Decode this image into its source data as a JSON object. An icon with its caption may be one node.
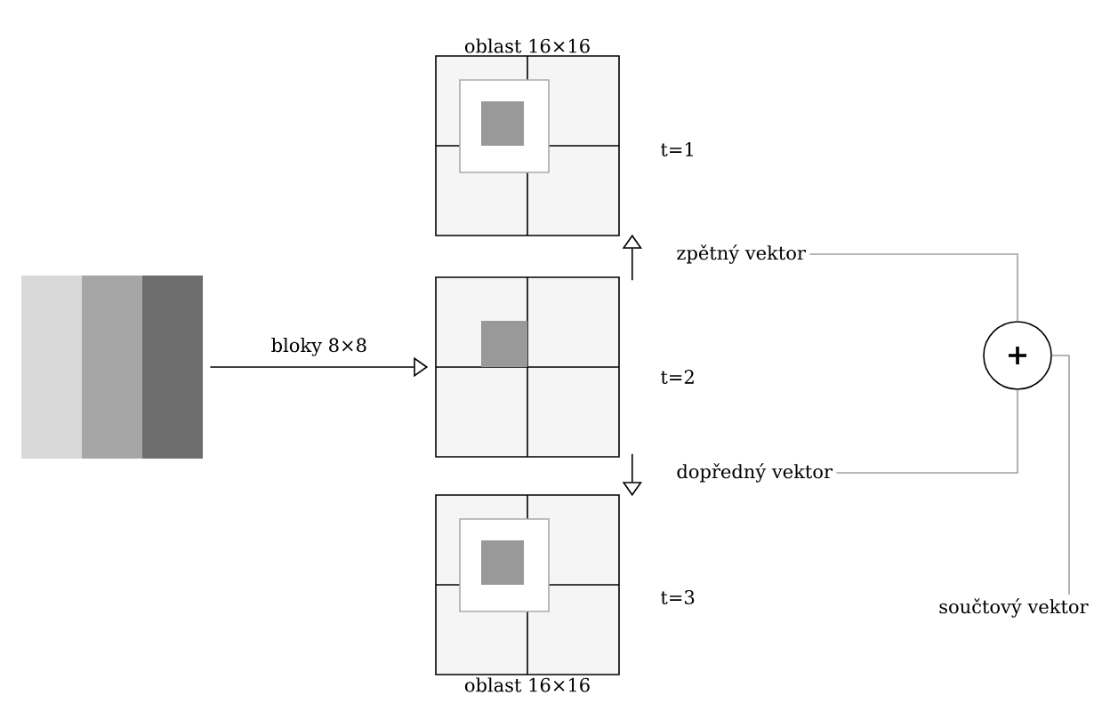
{
  "diagram": {
    "nodes": [
      {
        "text": [],
        "shape": "box"
      },
      {
        "text": [
          "oblast 16×16"
        ],
        "beside": [
          "t=1"
        ]
      },
      {
        "text": [],
        "shape": "box",
        "beside": [
          "t=2"
        ]
      },
      {
        "text": [
          "oblast 16×16"
        ],
        "beside": [
          "t=3"
        ]
      },
      {
        "text": [
          "zpětný vektor"
        ]
      },
      {
        "text": [
          "dopředný vektor"
        ]
      },
      {
        "text": [
          "+"
        ]
      },
      {
        "text": [
          "součtový vektor"
        ]
      }
    ],
    "edges": [
      {
        "from": 0,
        "to": 2,
        "arrow": "to",
        "label": "bloky 8×8"
      },
      {
        "from": 2,
        "to": 1,
        "arrow": "to"
      },
      {
        "from": 2,
        "to": 3,
        "arrow": "to"
      },
      {
        "from": 4,
        "to": 6,
        "arrow": "none",
        "color": "#a0a0a0"
      },
      {
        "from": 5,
        "to": 6,
        "arrow": "none",
        "color": "#a0a0a0"
      },
      {
        "from": 6,
        "to": 7,
        "arrow": "none",
        "color": "#a0a0a0"
      }
    ]
  }
}
